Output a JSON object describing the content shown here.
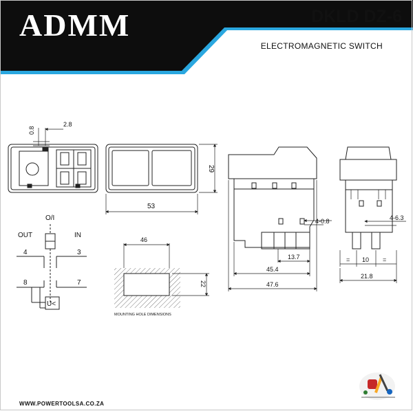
{
  "header": {
    "brand": "ADMM",
    "model": "DKLD DZ-6",
    "subtitle": "ELECTROMAGNETIC SWITCH"
  },
  "front_view": {
    "dim_top_small": "2.8",
    "dim_side_small": "0.8",
    "dim_width": "53",
    "dim_height": "29"
  },
  "side_view": {
    "dim_pin": "4-0.8",
    "dim_offset": "13.7",
    "dim_inner": "45.4",
    "dim_overall": "47.6"
  },
  "end_view": {
    "dim_pin": "4-6.3",
    "dim_equal": "=",
    "dim_pitch": "10",
    "dim_depth": "21.8"
  },
  "circuit": {
    "label_oi": "O/I",
    "label_out": "OUT",
    "label_in": "IN",
    "terminal_4": "4",
    "terminal_3": "3",
    "terminal_8": "8",
    "terminal_7": "7",
    "coil": "U<"
  },
  "mounting": {
    "dim_width": "46",
    "dim_height": "22",
    "caption": "MOUNTING HOLE DIMENSIONS"
  },
  "footer": {
    "website": "WWW.POWERTOOLSA.CO.ZA"
  },
  "colors": {
    "header_black": "#0d0d0d",
    "header_accent": "#2aa7df",
    "line": "#222222"
  }
}
